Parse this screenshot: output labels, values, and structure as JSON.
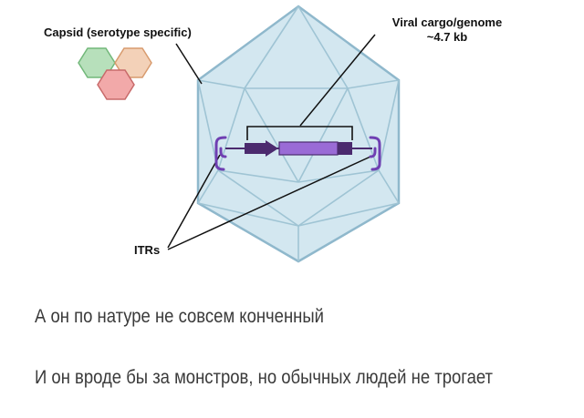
{
  "diagram": {
    "capsid_label": "Capsid (serotype specific)",
    "cargo_label_line1": "Viral cargo/genome",
    "cargo_label_line2": "~4.7 kb",
    "itrs_label": "ITRs"
  },
  "captions": {
    "line1": "А он по натуре не совсем конченный",
    "line2": "И он вроде бы за монстров, но обычных людей не трогает"
  },
  "colors": {
    "capsid_fill": "#d3e7f0",
    "capsid_edge": "#8fb8cc",
    "hex_green": "#b7e0bb",
    "hex_orange": "#f3d1b8",
    "hex_red": "#f2a9a9",
    "genome_dark": "#4b2a6e",
    "genome_purple": "#9a6bd6",
    "itr": "#6f3fb2"
  }
}
